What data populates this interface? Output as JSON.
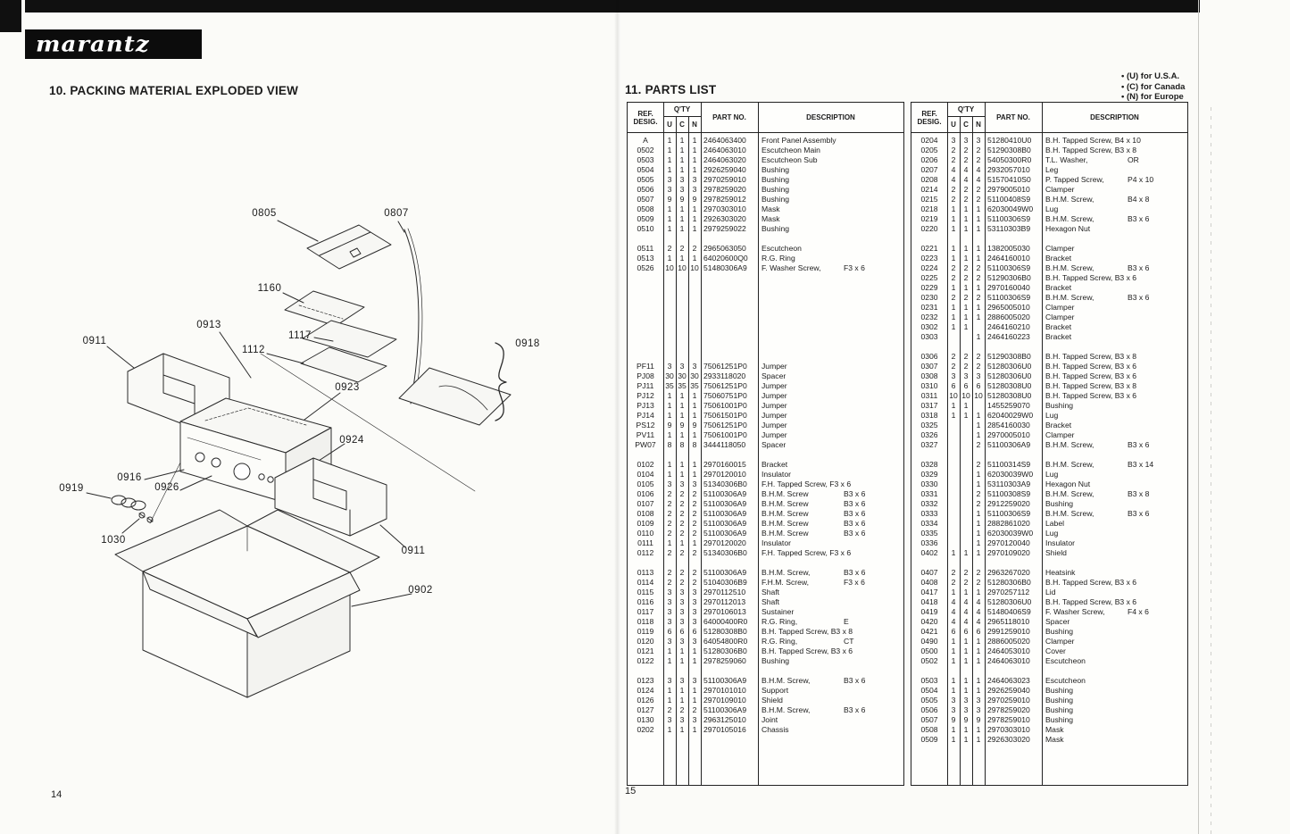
{
  "brand": {
    "logo_text": "marantz"
  },
  "region_notes": {
    "items": [
      "• (U) for U.S.A.",
      "• (C) for Canada",
      "• (N) for Europe"
    ]
  },
  "left_page": {
    "heading": "10. PACKING MATERIAL EXPLODED VIEW",
    "page_number": "14",
    "labels": [
      "0805",
      "0807",
      "1160",
      "0913",
      "1117",
      "1112",
      "0918",
      "0911",
      "0923",
      "0924",
      "0916",
      "0926",
      "0919",
      "1030",
      "0911",
      "0902"
    ]
  },
  "right_page": {
    "heading": "11. PARTS LIST",
    "page_number": "15",
    "headers": {
      "ref_line1": "REF.",
      "ref_line2": "DESIG.",
      "qty": "Q'TY",
      "u": "U",
      "c": "C",
      "n": "N",
      "part": "PART NO.",
      "desc": "DESCRIPTION"
    },
    "table1_rows": [
      [
        "A",
        "1",
        "1",
        "1",
        "2464063400",
        "Front Panel Assembly",
        ""
      ],
      [
        "0502",
        "1",
        "1",
        "1",
        "2464063010",
        "Escutcheon Main",
        ""
      ],
      [
        "0503",
        "1",
        "1",
        "1",
        "2464063020",
        "Escutcheon Sub",
        ""
      ],
      [
        "0504",
        "1",
        "1",
        "1",
        "2926259040",
        "Bushing",
        ""
      ],
      [
        "0505",
        "3",
        "3",
        "3",
        "2970259010",
        "Bushing",
        ""
      ],
      [
        "0506",
        "3",
        "3",
        "3",
        "2978259020",
        "Bushing",
        ""
      ],
      [
        "0507",
        "9",
        "9",
        "9",
        "2978259012",
        "Bushing",
        ""
      ],
      [
        "0508",
        "1",
        "1",
        "1",
        "2970303010",
        "Mask",
        ""
      ],
      [
        "0509",
        "1",
        "1",
        "1",
        "2926303020",
        "Mask",
        ""
      ],
      [
        "0510",
        "1",
        "1",
        "1",
        "2979259022",
        "Bushing",
        ""
      ],
      {
        "gap": 1
      },
      [
        "0511",
        "2",
        "2",
        "2",
        "2965063050",
        "Escutcheon",
        ""
      ],
      [
        "0513",
        "1",
        "1",
        "1",
        "64020600Q0",
        "R.G. Ring",
        ""
      ],
      [
        "0526",
        "10",
        "10",
        "10",
        "51480306A9",
        "F. Washer Screw,",
        "F3 x 6"
      ],
      {
        "gap": 9
      },
      [
        "PF11",
        "3",
        "3",
        "3",
        "75061251P0",
        "Jumper",
        ""
      ],
      [
        "PJ08",
        "30",
        "30",
        "30",
        "2933118020",
        "Spacer",
        ""
      ],
      [
        "PJ11",
        "35",
        "35",
        "35",
        "75061251P0",
        "Jumper",
        ""
      ],
      [
        "PJ12",
        "1",
        "1",
        "1",
        "75060751P0",
        "Jumper",
        ""
      ],
      [
        "PJ13",
        "1",
        "1",
        "1",
        "75061001P0",
        "Jumper",
        ""
      ],
      [
        "PJ14",
        "1",
        "1",
        "1",
        "75061501P0",
        "Jumper",
        ""
      ],
      [
        "PS12",
        "9",
        "9",
        "9",
        "75061251P0",
        "Jumper",
        ""
      ],
      [
        "PV11",
        "1",
        "1",
        "1",
        "75061001P0",
        "Jumper",
        ""
      ],
      [
        "PW07",
        "8",
        "8",
        "8",
        "3444118050",
        "Spacer",
        ""
      ],
      {
        "gap": 1
      },
      [
        "0102",
        "1",
        "1",
        "1",
        "2970160015",
        "Bracket",
        ""
      ],
      [
        "0104",
        "1",
        "1",
        "1",
        "2970120010",
        "Insulator",
        ""
      ],
      [
        "0105",
        "3",
        "3",
        "3",
        "51340306B0",
        "F.H. Tapped Screw, F3 x 6",
        ""
      ],
      [
        "0106",
        "2",
        "2",
        "2",
        "51100306A9",
        "B.H.M. Screw",
        "B3 x 6"
      ],
      [
        "0107",
        "2",
        "2",
        "2",
        "51100306A9",
        "B.H.M. Screw",
        "B3 x 6"
      ],
      [
        "0108",
        "2",
        "2",
        "2",
        "51100306A9",
        "B.H.M. Screw",
        "B3 x 6"
      ],
      [
        "0109",
        "2",
        "2",
        "2",
        "51100306A9",
        "B.H.M. Screw",
        "B3 x 6"
      ],
      [
        "0110",
        "2",
        "2",
        "2",
        "51100306A9",
        "B.H.M. Screw",
        "B3 x 6"
      ],
      [
        "0111",
        "1",
        "1",
        "1",
        "2970120020",
        "Insulator",
        ""
      ],
      [
        "0112",
        "2",
        "2",
        "2",
        "51340306B0",
        "F.H. Tapped Screw, F3 x 6",
        ""
      ],
      {
        "gap": 1
      },
      [
        "0113",
        "2",
        "2",
        "2",
        "51100306A9",
        "B.H.M. Screw,",
        "B3 x 6"
      ],
      [
        "0114",
        "2",
        "2",
        "2",
        "51040306B9",
        "F.H.M. Screw,",
        "F3 x 6"
      ],
      [
        "0115",
        "3",
        "3",
        "3",
        "2970112510",
        "Shaft",
        ""
      ],
      [
        "0116",
        "3",
        "3",
        "3",
        "2970112013",
        "Shaft",
        ""
      ],
      [
        "0117",
        "3",
        "3",
        "3",
        "2970106013",
        "Sustainer",
        ""
      ],
      [
        "0118",
        "3",
        "3",
        "3",
        "64000400R0",
        "R.G. Ring,",
        "E"
      ],
      [
        "0119",
        "6",
        "6",
        "6",
        "51280308B0",
        "B.H. Tapped Screw, B3 x 8",
        ""
      ],
      [
        "0120",
        "3",
        "3",
        "3",
        "64054800R0",
        "R.G. Ring,",
        "CT"
      ],
      [
        "0121",
        "1",
        "1",
        "1",
        "51280306B0",
        "B.H. Tapped Screw, B3 x 6",
        ""
      ],
      [
        "0122",
        "1",
        "1",
        "1",
        "2978259060",
        "Bushing",
        ""
      ],
      {
        "gap": 1
      },
      [
        "0123",
        "3",
        "3",
        "3",
        "51100306A9",
        "B.H.M. Screw,",
        "B3 x 6"
      ],
      [
        "0124",
        "1",
        "1",
        "1",
        "2970101010",
        "Support",
        ""
      ],
      [
        "0126",
        "1",
        "1",
        "1",
        "2970109010",
        "Shield",
        ""
      ],
      [
        "0127",
        "2",
        "2",
        "2",
        "51100306A9",
        "B.H.M. Screw,",
        "B3 x 6"
      ],
      [
        "0130",
        "3",
        "3",
        "3",
        "2963125010",
        "Joint",
        ""
      ],
      [
        "0202",
        "1",
        "1",
        "1",
        "2970105016",
        "Chassis",
        ""
      ]
    ],
    "table2_rows": [
      [
        "0204",
        "3",
        "3",
        "3",
        "51280410U0",
        "B.H. Tapped Screw, B4 x 10",
        ""
      ],
      [
        "0205",
        "2",
        "2",
        "2",
        "51290308B0",
        "B.H. Tapped Screw, B3 x 8",
        ""
      ],
      [
        "0206",
        "2",
        "2",
        "2",
        "54050300R0",
        "T.L. Washer,",
        "OR"
      ],
      [
        "0207",
        "4",
        "4",
        "4",
        "2932057010",
        "Leg",
        ""
      ],
      [
        "0208",
        "4",
        "4",
        "4",
        "51570410S0",
        "P. Tapped Screw,",
        "P4 x 10"
      ],
      [
        "0214",
        "2",
        "2",
        "2",
        "2979005010",
        "Clamper",
        ""
      ],
      [
        "0215",
        "2",
        "2",
        "2",
        "51100408S9",
        "B.H.M. Screw,",
        "B4 x 8"
      ],
      [
        "0218",
        "1",
        "1",
        "1",
        "62030049W0",
        "Lug",
        ""
      ],
      [
        "0219",
        "1",
        "1",
        "1",
        "51100306S9",
        "B.H.M. Screw,",
        "B3 x 6"
      ],
      [
        "0220",
        "1",
        "1",
        "1",
        "53110303B9",
        "Hexagon Nut",
        ""
      ],
      {
        "gap": 1
      },
      [
        "0221",
        "1",
        "1",
        "1",
        "1382005030",
        "Clamper",
        ""
      ],
      [
        "0223",
        "1",
        "1",
        "1",
        "2464160010",
        "Bracket",
        ""
      ],
      [
        "0224",
        "2",
        "2",
        "2",
        "51100306S9",
        "B.H.M. Screw,",
        "B3 x 6"
      ],
      [
        "0225",
        "2",
        "2",
        "2",
        "51290306B0",
        "B.H. Tapped Screw, B3 x 6",
        ""
      ],
      [
        "0229",
        "1",
        "1",
        "1",
        "2970160040",
        "Bracket",
        ""
      ],
      [
        "0230",
        "2",
        "2",
        "2",
        "51100306S9",
        "B.H.M. Screw,",
        "B3 x 6"
      ],
      [
        "0231",
        "1",
        "1",
        "1",
        "2965005010",
        "Clamper",
        ""
      ],
      [
        "0232",
        "1",
        "1",
        "1",
        "2886005020",
        "Clamper",
        ""
      ],
      [
        "0302",
        "1",
        "1",
        "",
        "2464160210",
        "Bracket",
        ""
      ],
      [
        "0303",
        "",
        "",
        "1",
        "2464160223",
        "Bracket",
        ""
      ],
      {
        "gap": 1
      },
      [
        "0306",
        "2",
        "2",
        "2",
        "51290308B0",
        "B.H. Tapped Screw, B3 x 8",
        ""
      ],
      [
        "0307",
        "2",
        "2",
        "2",
        "51280306U0",
        "B.H. Tapped Screw, B3 x 6",
        ""
      ],
      [
        "0308",
        "3",
        "3",
        "3",
        "51280306U0",
        "B.H. Tapped Screw, B3 x 6",
        ""
      ],
      [
        "0310",
        "6",
        "6",
        "6",
        "51280308U0",
        "B.H. Tapped Screw, B3 x 8",
        ""
      ],
      [
        "0311",
        "10",
        "10",
        "10",
        "51280308U0",
        "B.H. Tapped Screw, B3 x 6",
        ""
      ],
      [
        "0317",
        "1",
        "1",
        "",
        "1455259070",
        "Bushing",
        ""
      ],
      [
        "0318",
        "1",
        "1",
        "1",
        "62040029W0",
        "Lug",
        ""
      ],
      [
        "0325",
        "",
        "",
        "1",
        "2854160030",
        "Bracket",
        ""
      ],
      [
        "0326",
        "",
        "",
        "1",
        "2970005010",
        "Clamper",
        ""
      ],
      [
        "0327",
        "",
        "",
        "2",
        "51100306A9",
        "B.H.M. Screw,",
        "B3 x 6"
      ],
      {
        "gap": 1
      },
      [
        "0328",
        "",
        "",
        "2",
        "51100314S9",
        "B.H.M. Screw,",
        "B3 x 14"
      ],
      [
        "0329",
        "",
        "",
        "1",
        "62030039W0",
        "Lug",
        ""
      ],
      [
        "0330",
        "",
        "",
        "1",
        "53110303A9",
        "Hexagon Nut",
        ""
      ],
      [
        "0331",
        "",
        "",
        "2",
        "51100308S9",
        "B.H.M. Screw,",
        "B3 x 8"
      ],
      [
        "0332",
        "",
        "",
        "2",
        "2912259020",
        "Bushing",
        ""
      ],
      [
        "0333",
        "",
        "",
        "1",
        "51100306S9",
        "B.H.M. Screw,",
        "B3 x 6"
      ],
      [
        "0334",
        "",
        "",
        "1",
        "2882861020",
        "Label",
        ""
      ],
      [
        "0335",
        "",
        "",
        "1",
        "62030039W0",
        "Lug",
        ""
      ],
      [
        "0336",
        "",
        "",
        "1",
        "2970120040",
        "Insulator",
        ""
      ],
      [
        "0402",
        "1",
        "1",
        "1",
        "2970109020",
        "Shield",
        ""
      ],
      {
        "gap": 1
      },
      [
        "0407",
        "2",
        "2",
        "2",
        "2963267020",
        "Heatsink",
        ""
      ],
      [
        "0408",
        "2",
        "2",
        "2",
        "51280306B0",
        "B.H. Tapped Screw, B3 x 6",
        ""
      ],
      [
        "0417",
        "1",
        "1",
        "1",
        "2970257112",
        "Lid",
        ""
      ],
      [
        "0418",
        "4",
        "4",
        "4",
        "51280306U0",
        "B.H. Tapped Screw, B3 x 6",
        ""
      ],
      [
        "0419",
        "4",
        "4",
        "4",
        "51480406S9",
        "F. Washer Screw,",
        "F4 x 6"
      ],
      [
        "0420",
        "4",
        "4",
        "4",
        "2965118010",
        "Spacer",
        ""
      ],
      [
        "0421",
        "6",
        "6",
        "6",
        "2991259010",
        "Bushing",
        ""
      ],
      [
        "0490",
        "1",
        "1",
        "1",
        "2886005020",
        "Clamper",
        ""
      ],
      [
        "0500",
        "1",
        "1",
        "1",
        "2464053010",
        "Cover",
        ""
      ],
      [
        "0502",
        "1",
        "1",
        "1",
        "2464063010",
        "Escutcheon",
        ""
      ],
      {
        "gap": 1
      },
      [
        "0503",
        "1",
        "1",
        "1",
        "2464063023",
        "Escutcheon",
        ""
      ],
      [
        "0504",
        "1",
        "1",
        "1",
        "2926259040",
        "Bushing",
        ""
      ],
      [
        "0505",
        "3",
        "3",
        "3",
        "2970259010",
        "Bushing",
        ""
      ],
      [
        "0506",
        "3",
        "3",
        "3",
        "2978259020",
        "Bushing",
        ""
      ],
      [
        "0507",
        "9",
        "9",
        "9",
        "2978259010",
        "Bushing",
        ""
      ],
      [
        "0508",
        "1",
        "1",
        "1",
        "2970303010",
        "Mask",
        ""
      ],
      [
        "0509",
        "1",
        "1",
        "1",
        "2926303020",
        "Mask",
        ""
      ]
    ]
  }
}
